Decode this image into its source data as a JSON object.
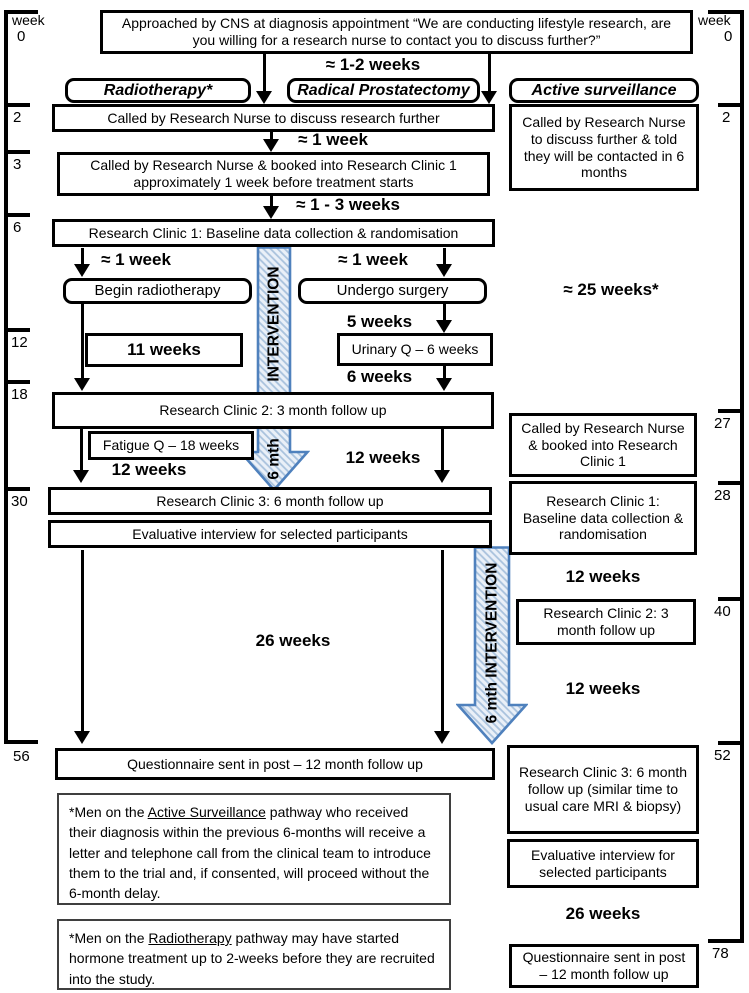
{
  "colors": {
    "ink": "#000000",
    "intervention_border": "#4f81bd",
    "intervention_fill": "#eaf0f8",
    "intervention_stripe": "#a9c2dd"
  },
  "timeline_left": {
    "unit": "week",
    "zero": "0",
    "ticks": [
      "2",
      "3",
      "6",
      "12",
      "18",
      "30",
      "56"
    ]
  },
  "timeline_right": {
    "unit": "week",
    "zero": "0",
    "ticks": [
      "2",
      "27",
      "28",
      "40",
      "52",
      "78"
    ]
  },
  "main": {
    "approach": "Approached by CNS at diagnosis appointment “We are conducting lifestyle research, are you willing for a research nurse to contact you to discuss further?”",
    "gap_approach": "≈ 1-2 weeks",
    "pathway_radiotherapy": "Radiotherapy*",
    "pathway_prostatectomy": "Radical Prostatectomy",
    "pathway_surveillance": "Active surveillance",
    "called": "Called by Research Nurse to discuss research further",
    "gap_called": "≈ 1 week",
    "booked": "Called by Research Nurse & booked into Research Clinic 1 approximately 1 week before treatment starts",
    "gap_booked": "≈ 1 - 3 weeks",
    "clinic1": "Research Clinic 1: Baseline data collection & randomisation",
    "gap_clinic1_left": "≈ 1 week",
    "gap_clinic1_right": "≈ 1 week",
    "begin_radiotherapy": "Begin radiotherapy",
    "undergo_surgery": "Undergo surgery",
    "weeks25": "≈ 25 weeks*",
    "weeks11": "11 weeks",
    "weeks5": "5 weeks",
    "urinary_q": "Urinary Q – 6 weeks",
    "weeks6": "6 weeks",
    "clinic2": "Research Clinic 2: 3 month follow up",
    "fatigue_q": "Fatigue Q – 18 weeks",
    "weeks12_left": "12 weeks",
    "weeks12_right": "12 weeks",
    "clinic3": "Research Clinic 3: 6 month follow up",
    "evaluative": "Evaluative interview for selected participants",
    "weeks26": "26 weeks",
    "questionnaire": "Questionnaire sent in post – 12 month follow up"
  },
  "surveillance": {
    "called": "Called by Research Nurse to discuss further & told they will be contacted in 6 months",
    "booked": "Called by Research Nurse & booked into Research Clinic 1",
    "clinic1": "Research Clinic 1: Baseline data collection & randomisation",
    "weeks12_a": "12 weeks",
    "clinic2": "Research Clinic 2: 3 month follow up",
    "weeks12_b": "12 weeks",
    "clinic3": "Research Clinic 3: 6 month follow up (similar time to usual care MRI & biopsy)",
    "evaluative": "Evaluative interview for selected participants",
    "weeks26": "26 weeks",
    "questionnaire": "Questionnaire sent in post – 12 month follow up"
  },
  "intervention1": {
    "word_upper": "INTERVENTION",
    "word_lower": "6 mth"
  },
  "intervention2": {
    "label": "6 mth INTERVENTION"
  },
  "footnote_surveillance": {
    "pre": "*Men on the ",
    "underlined": "Active Surveillance",
    "post": " pathway who received their diagnosis within the previous 6-months will receive a letter and telephone call from the clinical team to introduce them to the trial and, if consented, will proceed without the 6-month delay."
  },
  "footnote_radiotherapy": {
    "pre": "*Men on the ",
    "underlined": "Radiotherapy",
    "post": " pathway may have started hormone treatment up to 2-weeks before they are recruited into the study."
  }
}
